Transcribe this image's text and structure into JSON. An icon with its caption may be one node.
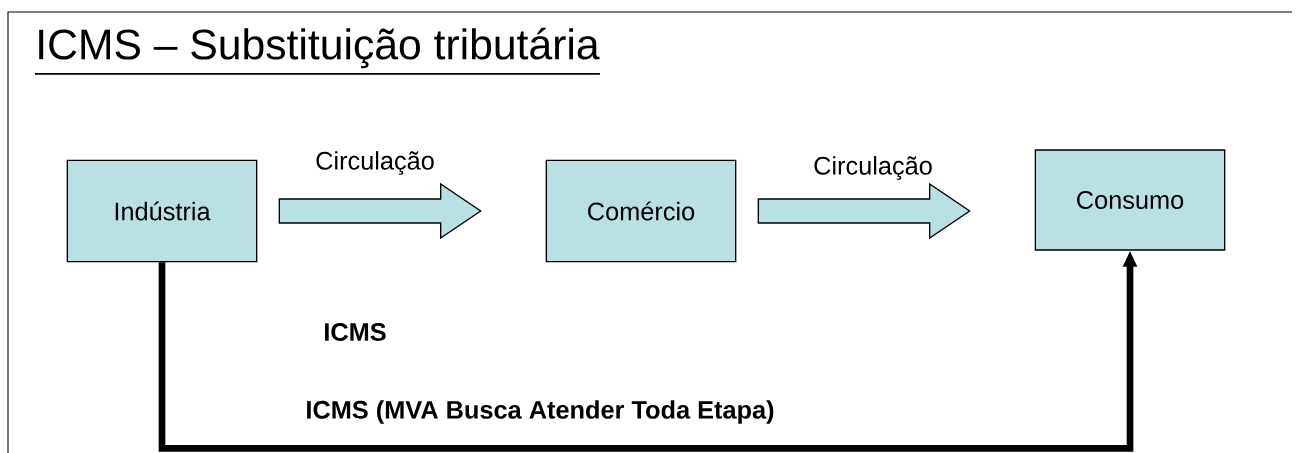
{
  "diagram": {
    "title": "ICMS – Substituição tributária",
    "nodes": [
      {
        "text": [
          "Indústria"
        ]
      },
      {
        "text": [
          "Comércio"
        ]
      },
      {
        "text": [
          "Consumo"
        ]
      }
    ],
    "edges": [
      {
        "from": 0,
        "to": 1,
        "arrow": "to",
        "label": "Circulação"
      },
      {
        "from": 1,
        "to": 2,
        "arrow": "to",
        "label": "Circulação"
      },
      {
        "from": 0,
        "to": 2,
        "arrow": "to"
      }
    ],
    "labels": [
      "ICMS",
      "ICMS (MVA Busca Atender Toda Etapa)"
    ]
  }
}
